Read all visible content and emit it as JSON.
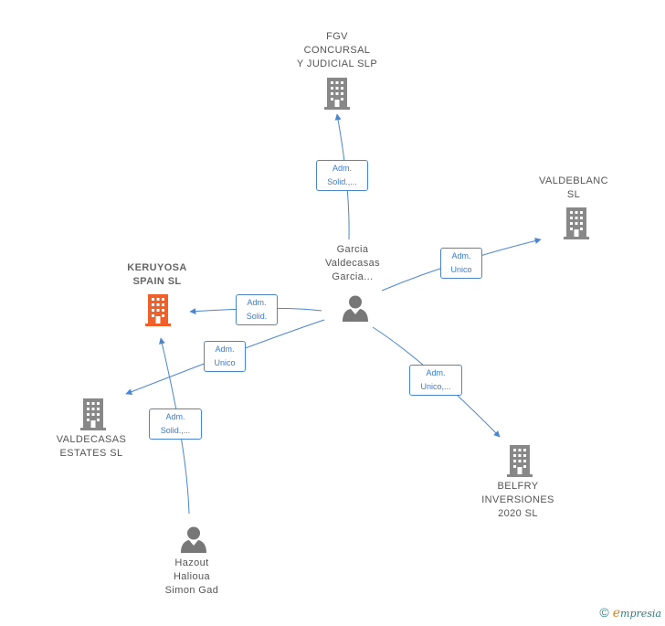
{
  "colors": {
    "edge": "#4a86d0",
    "building": "#888888",
    "building_focus": "#f2602a",
    "person": "#777777"
  },
  "nodes": {
    "fgv": {
      "lines": [
        "FGV",
        "CONCURSAL",
        "Y JUDICIAL SLP"
      ],
      "icon": "building-icon"
    },
    "valdeblanc": {
      "lines": [
        "VALDEBLANC",
        "SL"
      ],
      "icon": "building-icon"
    },
    "keruyosa": {
      "lines": [
        "KERUYOSA",
        "SPAIN  SL"
      ],
      "icon": "building-icon"
    },
    "garcia": {
      "lines": [
        "Garcia",
        "Valdecasas",
        "Garcia..."
      ],
      "icon": "person-icon"
    },
    "valdecasas": {
      "lines": [
        "VALDECASAS",
        "ESTATES  SL"
      ],
      "icon": "building-icon"
    },
    "belfry": {
      "lines": [
        "BELFRY",
        "INVERSIONES",
        "2020  SL"
      ],
      "icon": "building-icon"
    },
    "hazout": {
      "lines": [
        "Hazout",
        "Halioua",
        "Simon Gad"
      ],
      "icon": "person-icon"
    }
  },
  "edges": [
    {
      "id": "garcia-fgv",
      "lines": [
        "Adm.",
        "Solid.,..."
      ]
    },
    {
      "id": "garcia-valdeblanc",
      "lines": [
        "Adm.",
        "Unico"
      ]
    },
    {
      "id": "garcia-keruyosa",
      "lines": [
        "Adm.",
        "Solid."
      ]
    },
    {
      "id": "garcia-valdecasas",
      "lines": [
        "Adm.",
        "Unico"
      ]
    },
    {
      "id": "garcia-belfry",
      "lines": [
        "Adm.",
        "Unico,..."
      ]
    },
    {
      "id": "hazout-keruyosa",
      "lines": [
        "Adm.",
        "Solid.,..."
      ]
    }
  ],
  "footer": {
    "copyright": "©",
    "brand_initial": "e",
    "brand_rest": "mpresia"
  }
}
